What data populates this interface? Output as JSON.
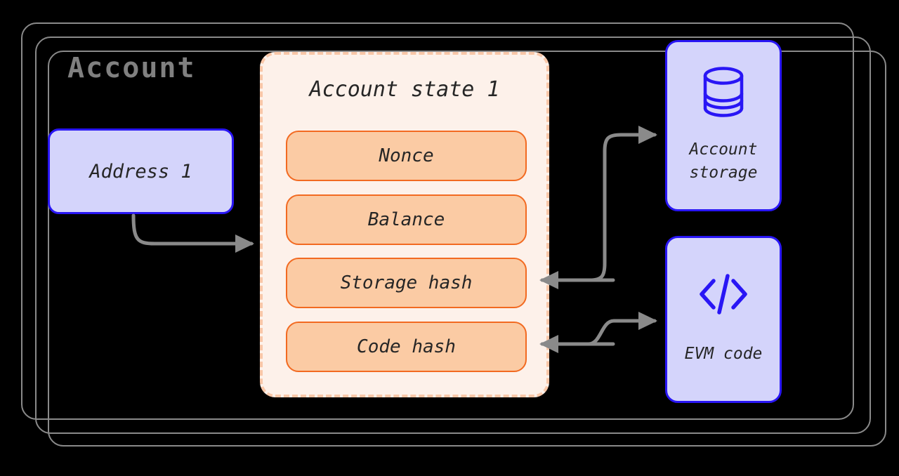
{
  "diagram": {
    "title": "Account",
    "background_color": "#000000",
    "container_border_color": "#8a8a8a",
    "accent_blue": "#2916f5",
    "accent_blue_fill": "#d4d4fb",
    "accent_orange": "#f26a21",
    "accent_orange_fill": "#fbcba4",
    "panel_fill": "#fdf1ea",
    "panel_border": "#f9c7a8",
    "arrow_color": "#8a8a8a",
    "title_color": "#808080"
  },
  "address": {
    "label": "Address 1"
  },
  "account_state": {
    "title": "Account state 1",
    "fields": [
      {
        "label": "Nonce"
      },
      {
        "label": "Balance"
      },
      {
        "label": "Storage hash"
      },
      {
        "label": "Code hash"
      }
    ]
  },
  "side_boxes": [
    {
      "icon": "database-icon",
      "label_line1": "Account",
      "label_line2": "storage"
    },
    {
      "icon": "code-icon",
      "label_line1": "EVM code",
      "label_line2": ""
    }
  ]
}
